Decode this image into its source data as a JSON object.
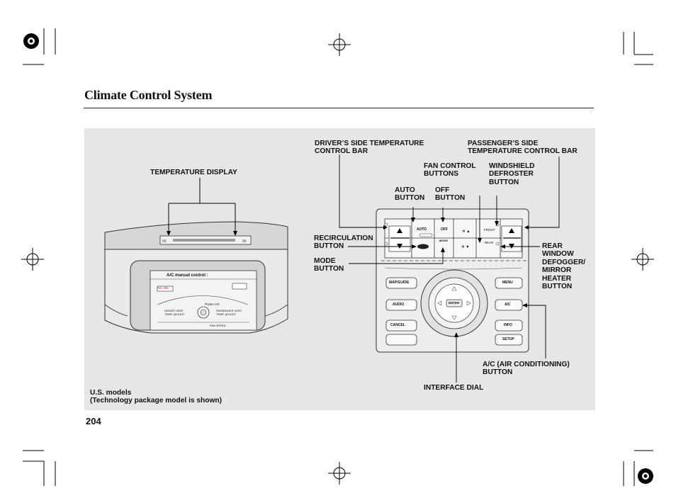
{
  "page": {
    "title": "Climate Control System",
    "page_number": "204"
  },
  "labels": {
    "temperature_display": "TEMPERATURE DISPLAY",
    "drivers_side_bar": "DRIVER’S SIDE TEMPERATURE\nCONTROL BAR",
    "passengers_side_bar": "PASSENGER’S SIDE\nTEMPERATURE CONTROL BAR",
    "fan_control": "FAN CONTROL\nBUTTONS",
    "windshield_defroster": "WINDSHIELD\nDEFROSTER\nBUTTON",
    "auto_button": "AUTO\nBUTTON",
    "off_button": "OFF\nBUTTON",
    "recirculation": "RECIRCULATION\nBUTTON",
    "mode_button": "MODE\nBUTTON",
    "rear_defogger": "REAR\nWINDOW\nDEFOGGER/\nMIRROR\nHEATER\nBUTTON",
    "ac_button": "A/C (AIR CONDITIONING)\nBUTTON",
    "interface_dial": "INTERFACE DIAL",
    "models_note": "U.S. models\n(Technology package model is shown)"
  },
  "screen": {
    "header": "A/C manual control :",
    "ac_badge": "A/C ON",
    "push_label": "PUSH A/C",
    "driver_vent": "DRIVER VENT\nTEMP. ADJUST",
    "passenger_vent": "PASSENGER VENT\nTEMP. ADJUST",
    "fan_speed": "FAN SPEED"
  },
  "panel_buttons": {
    "auto": "AUTO",
    "off": "OFF",
    "front": "FRONT",
    "rear": "REAR",
    "mode": "MODE",
    "map_guide": "MAP/GUIDE",
    "audio": "AUDIO",
    "cancel": "CANCEL",
    "menu": "MENU",
    "ac": "A/C",
    "info": "INFO",
    "setup": "SETUP",
    "enter": "ENTER"
  }
}
